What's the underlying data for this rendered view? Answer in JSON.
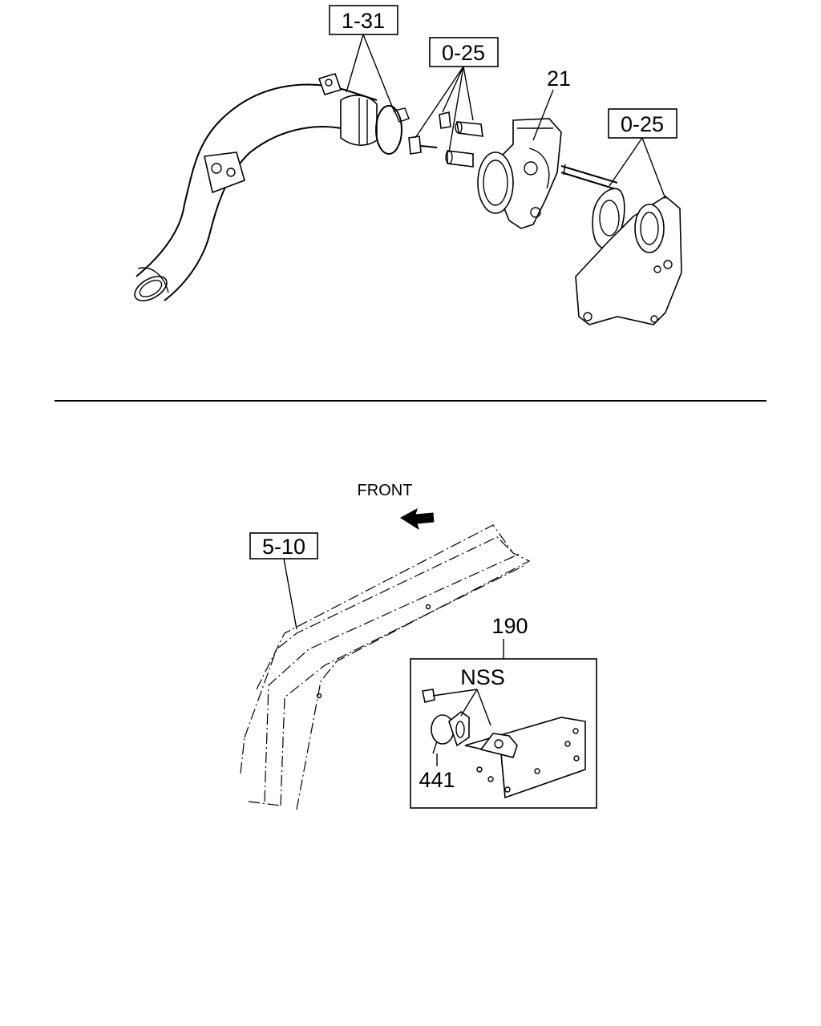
{
  "top_diagram": {
    "callouts": {
      "hose_ref": "1-31",
      "bolts_ref": "0-25",
      "part_number": "21",
      "studs_ref": "0-25"
    }
  },
  "bottom_diagram": {
    "direction_label": "FRONT",
    "frame_ref": "5-10",
    "inset_part_number": "190",
    "inset_note": "NSS",
    "inset_sensor_number": "441"
  }
}
